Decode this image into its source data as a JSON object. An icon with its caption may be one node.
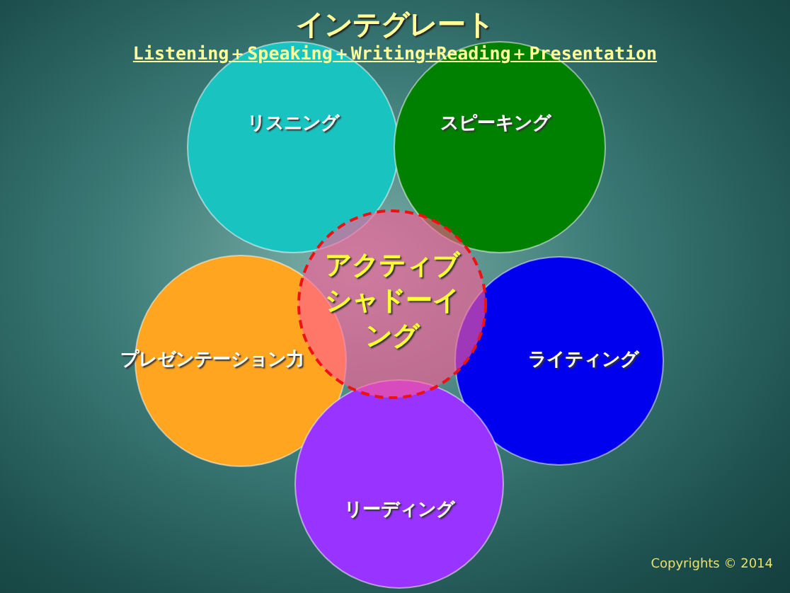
{
  "diagram": {
    "title": "インテグレート",
    "nodes": [
      {
        "text": [
          "リスニング"
        ]
      },
      {
        "text": [
          "スピーキング"
        ]
      },
      {
        "text": [
          "アクティブシャドーイング"
        ]
      },
      {
        "text": [
          "プレゼンテーション力"
        ]
      },
      {
        "text": [
          "ライティング"
        ]
      },
      {
        "text": [
          "リーディング"
        ]
      }
    ],
    "labels": [
      "Listening＋Speaking＋Writing+Reading＋Presentation",
      "Copyrights © 2014"
    ]
  }
}
